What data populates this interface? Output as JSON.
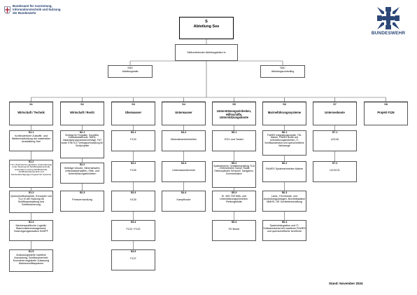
{
  "header": {
    "agency_line1": "Bundesamt für Ausrüstung,",
    "agency_line2": "Informationstechnik und Nutzung",
    "agency_line3": "der Bundeswehr",
    "brand": "BUNDESWEHR"
  },
  "root": {
    "code": "S",
    "name": "Abteilung See"
  },
  "deputy": {
    "name": "Stellvertretender Abteilungsleiter/-in"
  },
  "staff": [
    {
      "code": "SAS",
      "name": "Abteilungsstab"
    },
    {
      "code": "SAC",
      "name": "Abteilungscontrolling"
    }
  ],
  "departments": [
    {
      "code": "S1",
      "name": "Wirtschaft / Technik",
      "units": [
        {
          "code": "S1.1",
          "name": "Kontinuierliche Zulauffir- und Weiterentwicklung der materiellen Ausstattung See"
        },
        {
          "code": "S1.2",
          "name": "TLU (Technisch-Logistische Unterstützung) in der Nutzung für Schiffselektrotechnik, Automation Lösung Schiffsbetrieb, Schiffsbetriebstechnik und Sonderanfertigungen begrenzter Systeme"
        },
        {
          "code": "S1.3",
          "name": "Querschnittsprojekte, Konzepte und TLU in der Nutzung für Schiffsausstattung und Schiffssicherung"
        },
        {
          "code": "S1.4",
          "name": "Marinespezifische Logistik; Stammdatenmanagement; Nutzungsorganisation SASPF"
        },
        {
          "code": "S1.5",
          "name": "Zulassungsstelle maritime Ausrüstung, Schiffssicherheit, Koordinierungsstelle Zulassung Marineschiffssysteme"
        }
      ]
    },
    {
      "code": "S2",
      "name": "Wirtschaft / Recht",
      "units": [
        {
          "code": "S2.1",
          "name": "Verträge für Fregatten, Korvetten, Kombatantanboote, SMPA, Instandsetzungs­rahmenverträge, F&T sowie STB/TLE; Vertragsverhandlung für Großprojekte"
        },
        {
          "code": "S2.2",
          "name": "Verträge Uboote, Minenabwehr, Unterwasserwaffen, Hilfs- und Unterstützungseinheiten"
        },
        {
          "code": "S2.3",
          "name": "Preisverhandlung"
        }
      ]
    },
    {
      "code": "S3",
      "name": "Überwasser",
      "units": [
        {
          "code": "S3.1",
          "name": "F124"
        },
        {
          "code": "S3.2",
          "name": "F126"
        },
        {
          "code": "S3.3",
          "name": "K130"
        },
        {
          "code": "S3.4",
          "name": "F122 / F123"
        },
        {
          "code": "S3.5",
          "name": "F127"
        }
      ]
    },
    {
      "code": "S4",
      "name": "Unterwasser",
      "units": [
        {
          "code": "S4.2",
          "name": "Minenabwehreinheiten"
        },
        {
          "code": "S4.3",
          "name": "Unterwassertechnik"
        },
        {
          "code": "S4.4",
          "name": "Kampfboote"
        }
      ]
    },
    {
      "code": "S5",
      "name": "Unterstützungseinheiten, Hilfsschiffe, Unterstützungsboote",
      "units": [
        {
          "code": "S5.1",
          "name": "EGV und Tanker"
        },
        {
          "code": "S5.2",
          "name": "Systemtechnik, Gerätebeschaffung TLM – Elektronischer Kampf, Radar, Elektrooptische Sensoren, Navigation, Kommunikation"
        },
        {
          "code": "S5.3",
          "name": "Kl. 400-799 Hilfs- und Unterstützungseinheiten, Rettungsflotte"
        },
        {
          "code": "S5.4",
          "name": "FD Boote"
        }
      ]
    },
    {
      "code": "S6",
      "name": "Marineführungssysteme",
      "units": [
        {
          "code": "S6.1",
          "name": "FüWES Integrationsprojekte, TDL Marine, FüWES Boote und Unterstützungseinheiten, IT-Schiffsautomation und querschnittliche Werkzeuge"
        },
        {
          "code": "S6.2",
          "name": "FüWES Systemeinheiten Marine"
        },
        {
          "code": "S6.3",
          "name": "Land-, Fernmelde- und Ausbildungsanlagen, Bordeitsstation MMHS, SE Gerätebeschaffung"
        },
        {
          "code": "S6.4",
          "name": "Systemintegration und IT-Softwaresicherheit maritimer FüWES und querschnittliche IsruSiche"
        }
      ]
    },
    {
      "code": "S7",
      "name": "Unterseeboote",
      "units": [
        {
          "code": "S7.1",
          "name": "U212A"
        },
        {
          "code": "S7.2",
          "name": "U212CD"
        }
      ]
    },
    {
      "code": "S8",
      "name": "Projekt F126",
      "units": []
    }
  ],
  "footer": {
    "stand": "Stand: November 2024"
  },
  "colors": {
    "brand": "#1f3a6d",
    "eagle": "#2d4878",
    "line": "#555555"
  }
}
